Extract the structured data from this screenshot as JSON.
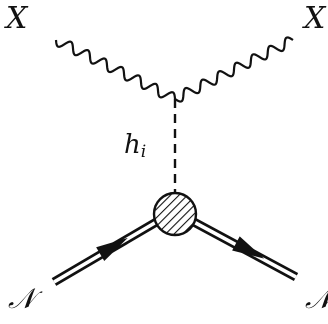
{
  "diagram": {
    "labels": {
      "x_left": "X",
      "x_right": "X",
      "h_symbol": "h",
      "h_subscript": "i",
      "n_left": "𝒩",
      "n_right": "𝒩"
    },
    "colors": {
      "line": "#111111",
      "blob_fill": "#ffffff",
      "blob_hatch": "#111111"
    }
  }
}
